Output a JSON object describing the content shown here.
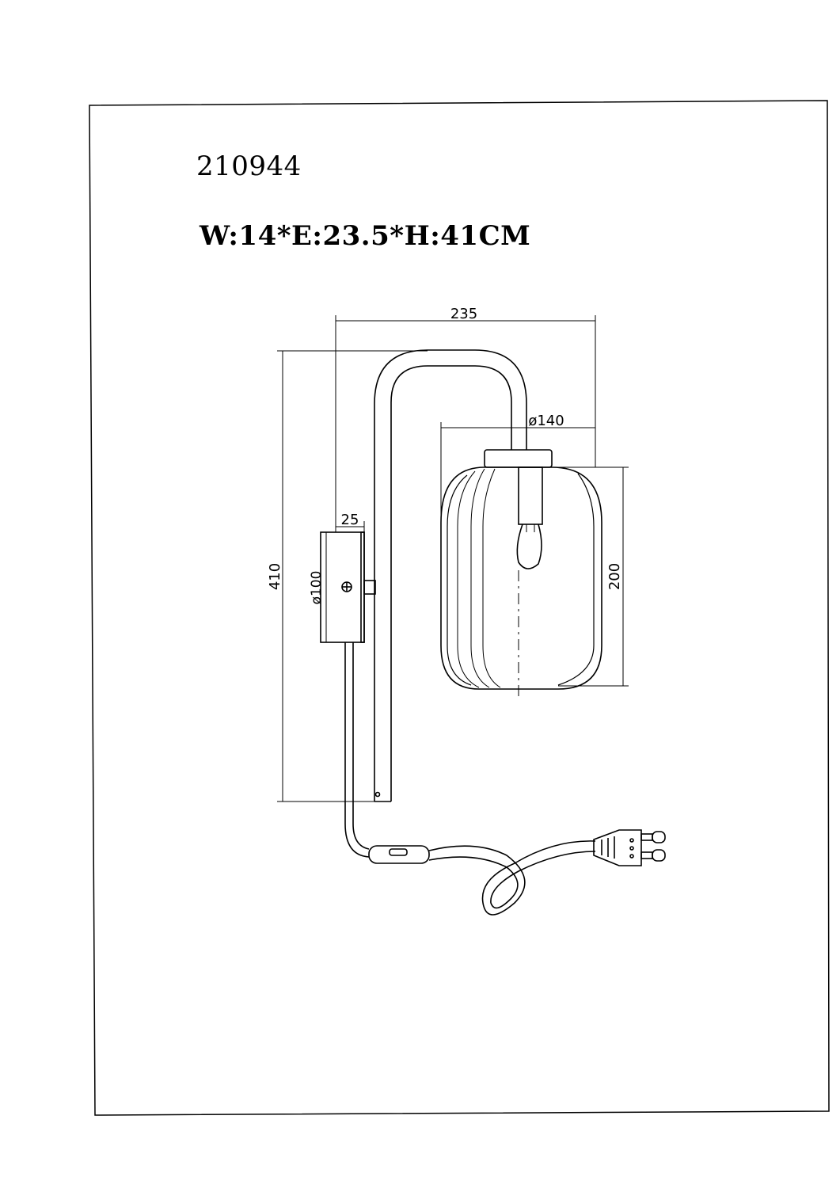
{
  "model_number": "210944",
  "overall_dimensions": "W:14*E:23.5*H:41CM",
  "dimension_labels": {
    "projection": "235",
    "shade_diameter": "ø140",
    "plate_depth": "25",
    "plate_diameter": "ø100",
    "height": "410",
    "shade_height": "200"
  }
}
